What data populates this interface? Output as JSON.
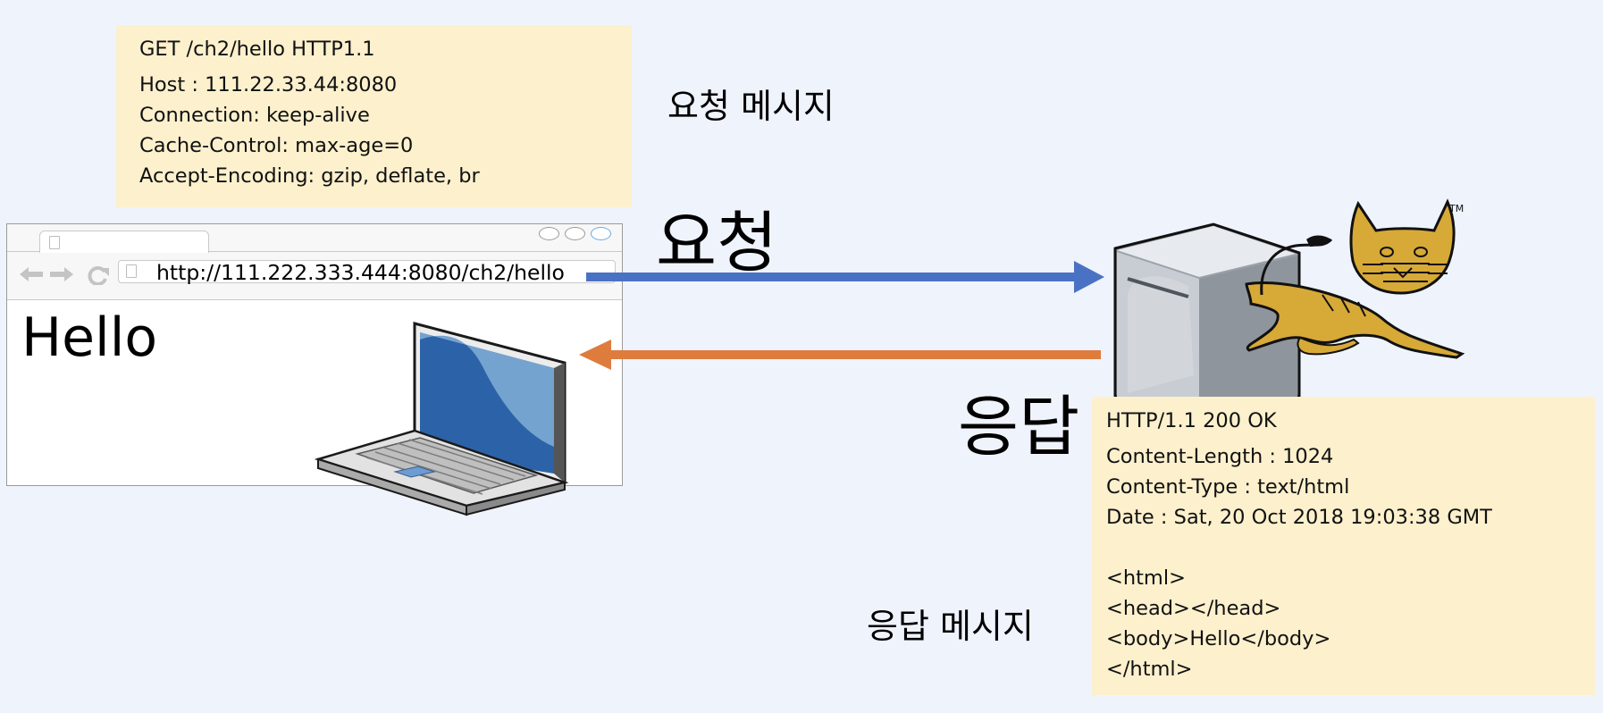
{
  "request": {
    "box_lines": [
      "GET /ch2/hello HTTP1.1",
      "Host : 111.22.33.44:8080",
      "Connection: keep-alive",
      "Cache-Control: max-age=0",
      "Accept-Encoding: gzip, deflate, br"
    ],
    "message_label": "요청 메시지",
    "big_label": "요청",
    "arrow_color": "#4a72c4"
  },
  "response": {
    "box_lines": [
      "HTTP/1.1 200 OK",
      "Content-Length : 1024",
      "Content-Type : text/html",
      "Date : Sat, 20 Oct 2018 19:03:38 GMT",
      "",
      "<html>",
      "<head></head>",
      "<body>Hello</body>",
      "</html>"
    ],
    "message_label": "응답 메시지",
    "big_label": "응답",
    "arrow_color": "#de7c3e"
  },
  "browser": {
    "url": "http://111.222.333.444:8080/ch2/hello",
    "page_text": "Hello"
  },
  "colors": {
    "background": "#eff3fc",
    "message_box": "#fcf0cd"
  },
  "icons": [
    "laptop-icon",
    "server-icon",
    "tomcat-logo-icon",
    "back-arrow-icon",
    "forward-arrow-icon",
    "reload-icon"
  ],
  "trademark": "TM"
}
